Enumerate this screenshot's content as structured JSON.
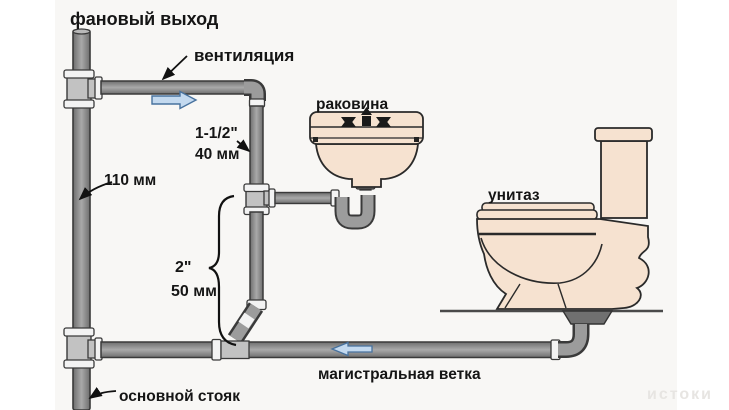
{
  "diagram": {
    "type": "plumbing-schematic",
    "labels": {
      "fan_outlet": "фановый выход",
      "ventilation": "вентиляция",
      "vent_pipe_size_inch": "1-1/2\"",
      "vent_pipe_size_mm": "40 мм",
      "riser_diameter": "110 мм",
      "branch_size_inch": "2\"",
      "branch_size_mm": "50 мм",
      "sink": "раковина",
      "toilet": "унитаз",
      "main_branch": "магистральная ветка",
      "main_riser": "основной стояк"
    },
    "watermark": "истоки",
    "colors": {
      "pipe_gray": "#8f8f8f",
      "pipe_outline": "#3a3a3a",
      "fitting_gray": "#c2c2c2",
      "coupling_white": "#f3f3f3",
      "fixture_beige": "#f6e2d0",
      "flow_arrow_fill": "#c3d9ef",
      "flow_arrow_stroke": "#48729e",
      "label_black": "#151515"
    },
    "flow_arrows": [
      {
        "name": "ventilation-flow",
        "direction": "right"
      },
      {
        "name": "main-branch-flow",
        "direction": "left"
      }
    ]
  }
}
